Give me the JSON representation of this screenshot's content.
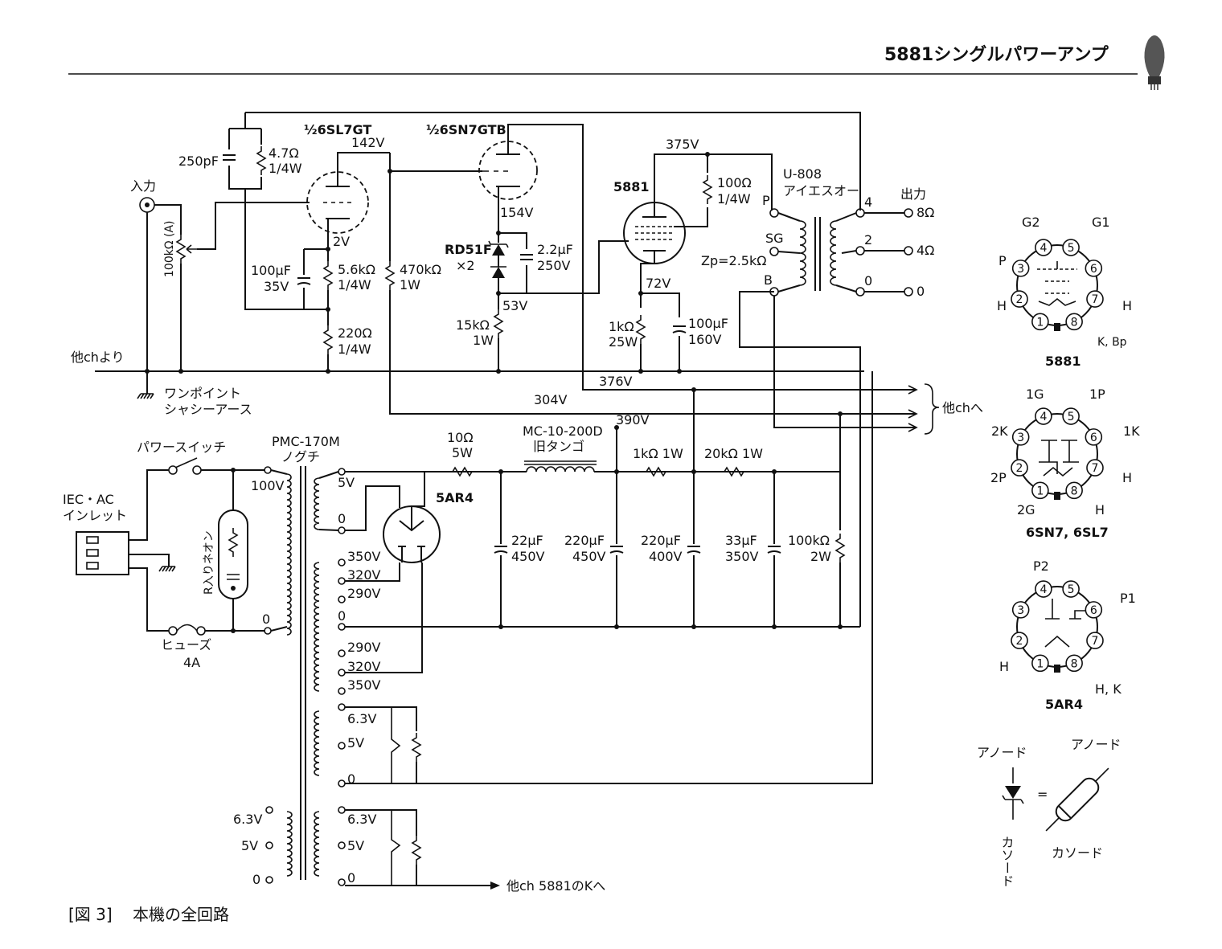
{
  "header": {
    "title": "5881シングルパワーアンプ"
  },
  "caption": {
    "figure_no": "[図 3]",
    "text": "本機の全回路"
  },
  "tubes": {
    "v1": "½6SL7GT",
    "v2": "½6SN7GTB",
    "power": "5881",
    "rect": "5AR4",
    "zener": "RD51F",
    "zener_count": "×2"
  },
  "input": {
    "label": "入力",
    "pot": "100kΩ (A)",
    "from_other_ch": "他chより",
    "ground_line1": "ワンポイント",
    "ground_line2": "シャシーアース"
  },
  "components": {
    "c_250p": "250pF",
    "r_4_7": "4.7Ω",
    "r_4_7_w": "1/4W",
    "v_142": "142V",
    "v_2": "2V",
    "c_100u": "100μF",
    "c_100u_v": "35V",
    "r_5_6k": "5.6kΩ",
    "r_5_6k_w": "1/4W",
    "r_220": "220Ω",
    "r_220_w": "1/4W",
    "r_470k": "470kΩ",
    "r_470k_w": "1W",
    "v_154": "154V",
    "c_2_2u": "2.2μF",
    "c_2_2u_v": "250V",
    "v_53": "53V",
    "r_15k": "15kΩ",
    "r_15k_w": "1W",
    "v_375": "375V",
    "r_100": "100Ω",
    "r_100_w": "1/4W",
    "v_72": "72V",
    "r_1k": "1kΩ",
    "r_1k_w": "25W",
    "c_100u_b": "100μF",
    "c_100u_b_v": "160V",
    "v_376": "376V",
    "v_304": "304V",
    "v_390": "390V",
    "to_other_ch": "他chへ"
  },
  "output_transformer": {
    "model": "U-808",
    "maker": "アイエスオー",
    "p": "P",
    "sg": "SG",
    "b": "B",
    "zp": "Zp=2.5kΩ",
    "out_label": "出力",
    "tap_4": "4",
    "tap_2": "2",
    "tap_0": "0",
    "imp_8": "8Ω",
    "imp_4": "4Ω",
    "imp_0": "0"
  },
  "power_supply": {
    "switch": "パワースイッチ",
    "inlet_line1": "IEC・AC",
    "inlet_line2": "インレット",
    "neon": "R入りネオン",
    "fuse": "ヒューズ",
    "fuse_rating": "4A",
    "ptrans": "PMC-170M",
    "ptrans_maker": "ノグチ",
    "prim_100": "100V",
    "prim_0": "0",
    "sec_5v": "5V",
    "sec_0a": "0",
    "sec_350a": "350V",
    "sec_320a": "320V",
    "sec_290a": "290V",
    "sec_0b": "0",
    "sec_290b": "290V",
    "sec_320b": "320V",
    "sec_350b": "350V",
    "h1_63": "6.3V",
    "h1_5": "5V",
    "h1_0": "0",
    "h2_63": "6.3V",
    "h2_5": "5V",
    "h2_0": "0",
    "hl_63": "6.3V",
    "hl_5": "5V",
    "hl_0": "0",
    "to_5881k": "他ch 5881のKへ",
    "r_10": "10Ω",
    "r_10_w": "5W",
    "choke": "MC-10-200D",
    "choke_maker": "旧タンゴ",
    "r_1k1w": "1kΩ  1W",
    "r_20k1w": "20kΩ  1W",
    "c_22u": "22μF",
    "c_22u_v": "450V",
    "c_220u_a": "220μF",
    "c_220u_a_v": "450V",
    "c_220u_b": "220μF",
    "c_220u_b_v": "400V",
    "c_33u": "33μF",
    "c_33u_v": "350V",
    "r_100k": "100kΩ",
    "r_100k_w": "2W"
  },
  "pinouts": {
    "p5881": {
      "name": "5881",
      "g2": "G2",
      "g1": "G1",
      "p": "P",
      "h_l": "H",
      "h_r": "H",
      "kbp": "K, Bp",
      "pins": [
        "1",
        "2",
        "3",
        "4",
        "5",
        "6",
        "7",
        "8"
      ]
    },
    "p6sn7": {
      "name": "6SN7, 6SL7",
      "g1": "1G",
      "p1": "1P",
      "k2": "2K",
      "k1": "1K",
      "p2": "2P",
      "h_r": "H",
      "g2": "2G",
      "h_b": "H",
      "pins": [
        "1",
        "2",
        "3",
        "4",
        "5",
        "6",
        "7",
        "8"
      ]
    },
    "p5ar4": {
      "name": "5AR4",
      "p2": "P2",
      "p1": "P1",
      "h": "H",
      "hk": "H, K",
      "pins": [
        "1",
        "2",
        "3",
        "4",
        "5",
        "6",
        "7",
        "8"
      ]
    }
  },
  "legend": {
    "anode_l": "アノード",
    "anode_r": "アノード",
    "eq": "=",
    "cathode_l": "カソード",
    "cathode_r": "カソード"
  }
}
